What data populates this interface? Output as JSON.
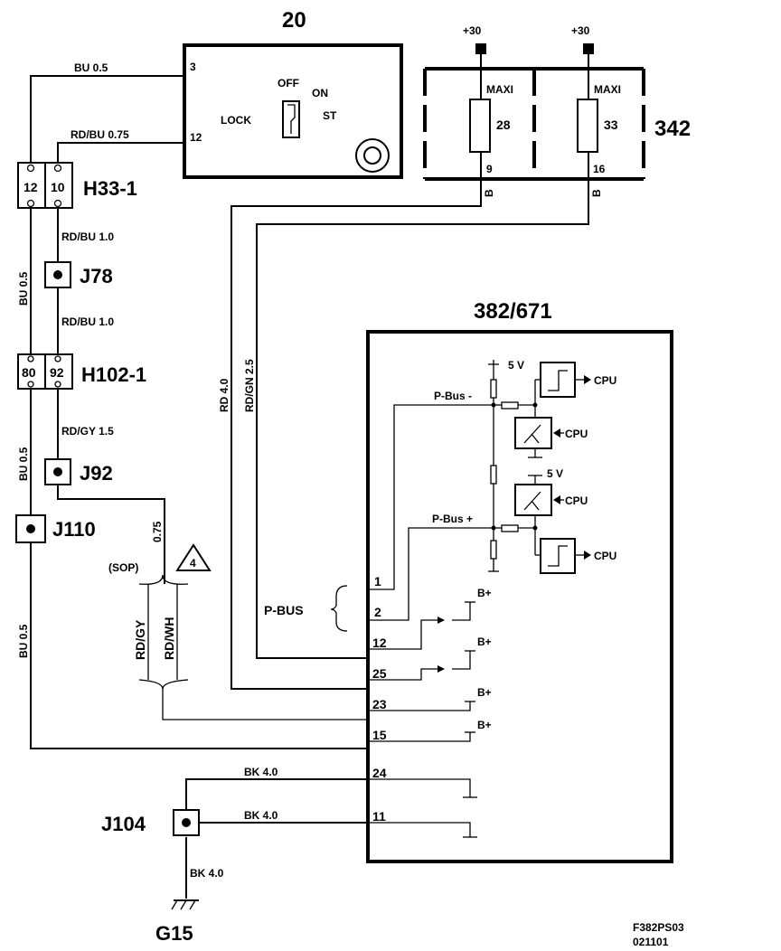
{
  "components": {
    "ignition_switch": {
      "id": "20",
      "pin3": "3",
      "pin12": "12",
      "pos_off": "OFF",
      "pos_on": "ON",
      "pos_lock": "LOCK",
      "pos_st": "ST"
    },
    "fuse_box": {
      "id": "342",
      "supply1": "+30",
      "supply2": "+30",
      "fuse1_type": "MAXI",
      "fuse1_num": "28",
      "fuse1_pin": "9",
      "fuse2_type": "MAXI",
      "fuse2_num": "33",
      "fuse2_pin": "16"
    },
    "module": {
      "id": "382/671",
      "v5_top": "5 V",
      "v5_bottom": "5 V",
      "cpu1": "CPU",
      "cpu2": "CPU",
      "cpu3": "CPU",
      "cpu4": "CPU",
      "pbus_minus": "P-Bus -",
      "pbus_plus": "P-Bus +",
      "bplus1": "B+",
      "bplus2": "B+",
      "bplus3": "B+",
      "bplus4": "B+"
    },
    "connector_h33": {
      "id": "H33-1",
      "pin_a": "12",
      "pin_b": "10"
    },
    "connector_h102": {
      "id": "H102-1",
      "pin_a": "80",
      "pin_b": "92"
    },
    "splice_j78": "J78",
    "splice_j92": "J92",
    "splice_j110": "J110",
    "splice_j104": "J104",
    "ground_g15": "G15"
  },
  "wires": {
    "bu05_top": "BU   0.5",
    "rdbu075": "RD/BU   0.75",
    "rdbu10_a": "RD/BU  1.0",
    "rdbu10_b": "RD/BU  1.0",
    "bu05_v1": "BU   0.5",
    "bu05_v2": "BU   0.5",
    "bu05_v3": "BU   0.5",
    "rdgy15": "RD/GY  1.5",
    "w075": "0.75",
    "rd40": "RD  4.0",
    "rdgn25": "RD/GN  2.5",
    "b1": "B",
    "b2": "B",
    "rdgy": "RD/GY",
    "rdwh": "RD/WH",
    "sop": "(SOP)",
    "note4": "4",
    "bk40_a": "BK   4.0",
    "bk40_b": "BK   4.0",
    "bk40_c": "BK 4.0"
  },
  "module_pins": {
    "p1": "1",
    "p2": "2",
    "p12": "12",
    "p25": "25",
    "p23": "23",
    "p15": "15",
    "p24": "24",
    "p11": "11"
  },
  "pbus_label": "P-BUS",
  "footer": {
    "code": "F382PS03",
    "date": "021101"
  }
}
